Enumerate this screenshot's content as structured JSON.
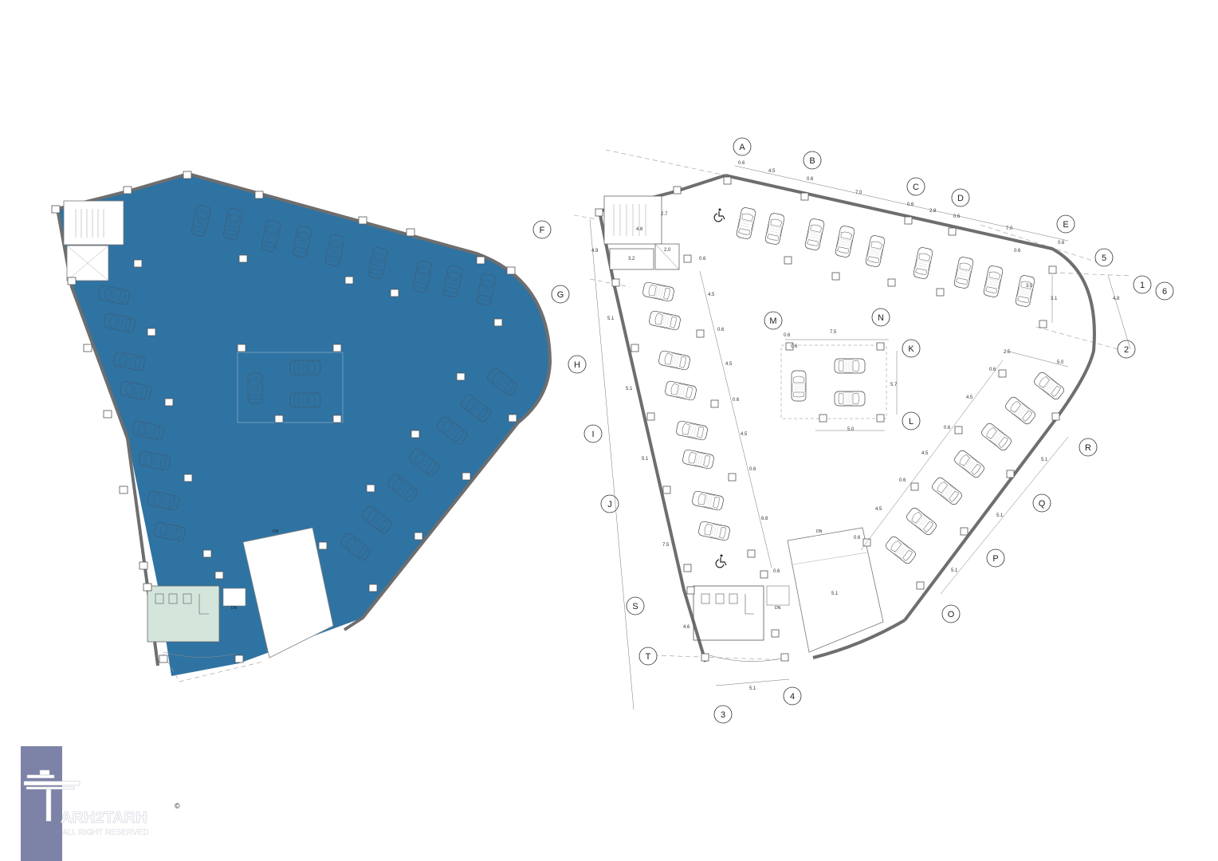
{
  "colors": {
    "floor_fill": "#2f73a3",
    "wall": "#6e6e6e",
    "car_outline_dark": "#3b5f7a",
    "service_fill": "#d4e6dc",
    "logo_bg": "#7d83a6",
    "background": "#ffffff"
  },
  "left_plan": {
    "ramp_label": "DN",
    "stair_label": "DN"
  },
  "right_plan": {
    "ramp_label": "DN",
    "stair_label": "DN",
    "grid_bubbles": [
      {
        "label": "A"
      },
      {
        "label": "B"
      },
      {
        "label": "C"
      },
      {
        "label": "D"
      },
      {
        "label": "E"
      },
      {
        "label": "F"
      },
      {
        "label": "G"
      },
      {
        "label": "H"
      },
      {
        "label": "I"
      },
      {
        "label": "J"
      },
      {
        "label": "S"
      },
      {
        "label": "T"
      },
      {
        "label": "M"
      },
      {
        "label": "N"
      },
      {
        "label": "K"
      },
      {
        "label": "L"
      },
      {
        "label": "R"
      },
      {
        "label": "Q"
      },
      {
        "label": "P"
      },
      {
        "label": "O"
      },
      {
        "label": "1"
      },
      {
        "label": "2"
      },
      {
        "label": "5"
      },
      {
        "label": "6"
      },
      {
        "label": "3"
      },
      {
        "label": "4"
      }
    ],
    "dimensions": [
      {
        "text": "0.6"
      },
      {
        "text": "4.5"
      },
      {
        "text": "0.6"
      },
      {
        "text": "7.0"
      },
      {
        "text": "0.6"
      },
      {
        "text": "2.8"
      },
      {
        "text": "0.6"
      },
      {
        "text": "7.0"
      },
      {
        "text": "0.6"
      },
      {
        "text": "0.6"
      },
      {
        "text": "2.7"
      },
      {
        "text": "4.6"
      },
      {
        "text": "4.9"
      },
      {
        "text": "3.2"
      },
      {
        "text": "2.0"
      },
      {
        "text": "0.6"
      },
      {
        "text": "4.5"
      },
      {
        "text": "5.1"
      },
      {
        "text": "0.6"
      },
      {
        "text": "4.5"
      },
      {
        "text": "5.1"
      },
      {
        "text": "0.6"
      },
      {
        "text": "4.5"
      },
      {
        "text": "5.1"
      },
      {
        "text": "0.6"
      },
      {
        "text": "6.8"
      },
      {
        "text": "7.5"
      },
      {
        "text": "0.6"
      },
      {
        "text": "4.6"
      },
      {
        "text": "5.1"
      },
      {
        "text": "7.5"
      },
      {
        "text": "0.6"
      },
      {
        "text": "0.6"
      },
      {
        "text": "5.7"
      },
      {
        "text": "5.0"
      },
      {
        "text": "5.0"
      },
      {
        "text": "3.0"
      },
      {
        "text": "3.1"
      },
      {
        "text": "4.8"
      },
      {
        "text": "2.5"
      },
      {
        "text": "0.6"
      },
      {
        "text": "4.5"
      },
      {
        "text": "0.6"
      },
      {
        "text": "4.5"
      },
      {
        "text": "0.6"
      },
      {
        "text": "4.5"
      },
      {
        "text": "0.6"
      },
      {
        "text": "5.1"
      },
      {
        "text": "5.1"
      },
      {
        "text": "5.1"
      },
      {
        "text": "5.1"
      }
    ]
  },
  "logo": {
    "brand": "ARH2TARH",
    "copyright": "©",
    "tagline": "ALL RIGHT RESERVED"
  }
}
